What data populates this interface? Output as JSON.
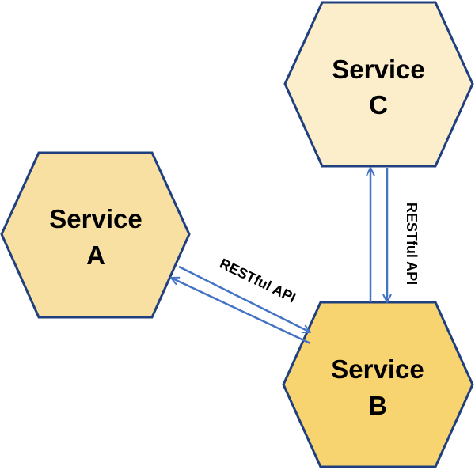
{
  "colors": {
    "service_a_fill": "#F8DFA2",
    "service_b_fill": "#F7D46F",
    "service_c_fill": "#FCEECB",
    "hex_stroke": "#1F3F7F",
    "arrow_stroke": "#4472C4"
  },
  "nodes": {
    "service_a": {
      "line1": "Service",
      "line2": "A"
    },
    "service_b": {
      "line1": "Service",
      "line2": "B"
    },
    "service_c": {
      "line1": "Service",
      "line2": "C"
    }
  },
  "edges": {
    "a_to_b": {
      "label": "RESTful API"
    },
    "b_to_c": {
      "label": "RESTful API"
    }
  }
}
